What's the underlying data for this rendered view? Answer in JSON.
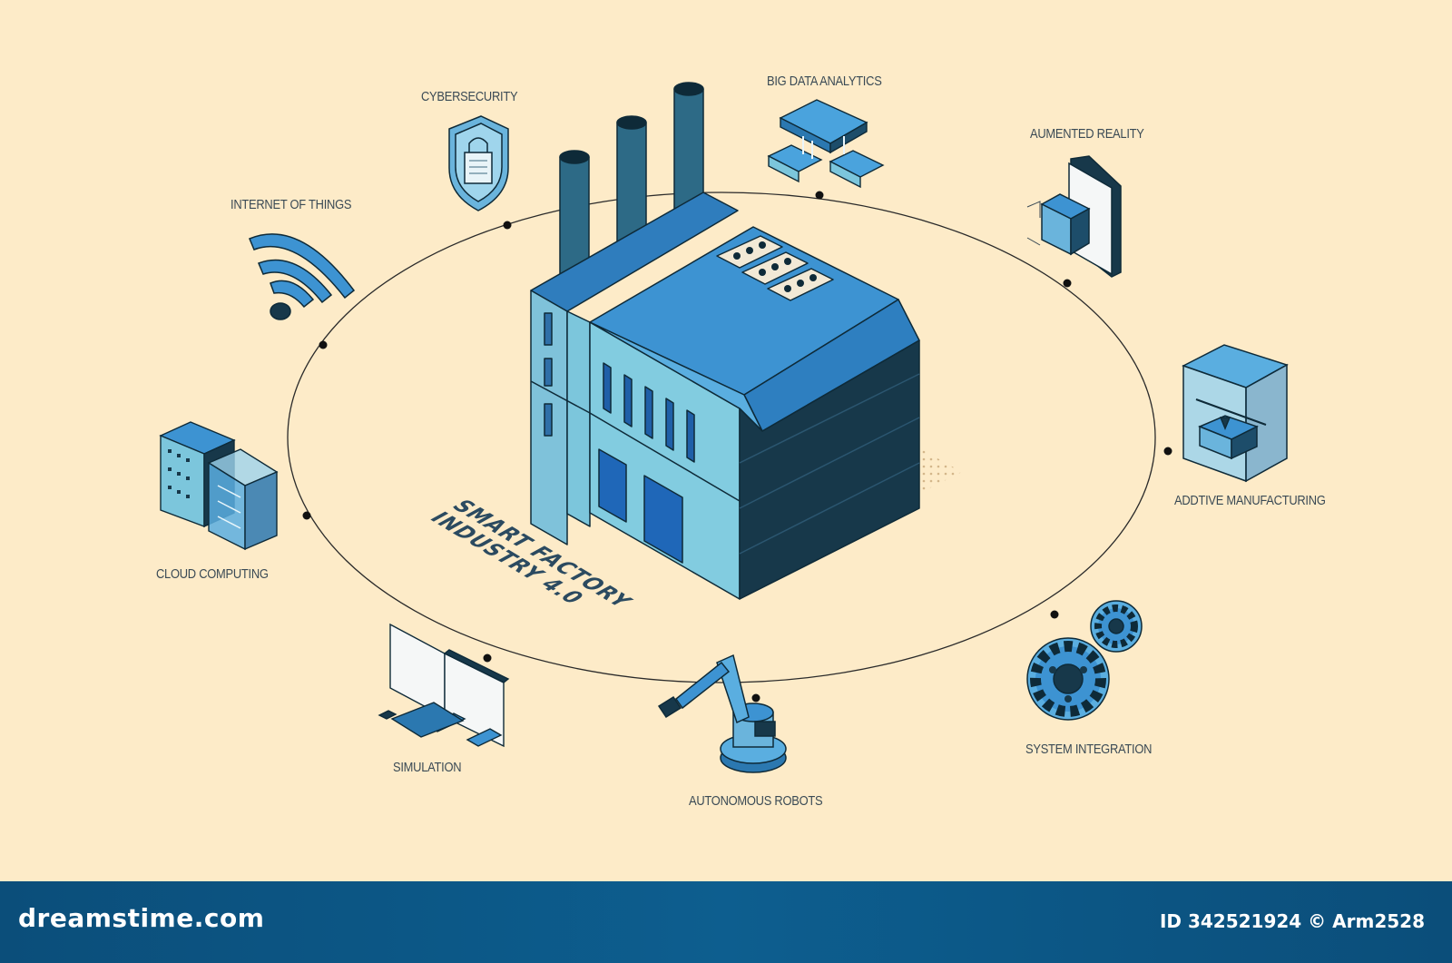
{
  "diagram": {
    "title_line1": "SMART FACTORY",
    "title_line2": "INDUSTRY 4.0",
    "nodes": {
      "cybersecurity": "CYBERSECURITY",
      "big_data": "BIG DATA ANALYTICS",
      "augmented_reality": "AUMENTED REALITY",
      "iot": "INTERNET OF THINGS",
      "additive": "ADDTIVE MANUFACTURING",
      "cloud": "CLOUD COMPUTING",
      "system_integration": "SYSTEM INTEGRATION",
      "simulation": "SIMULATION",
      "robots": "AUTONOMOUS ROBOTS"
    }
  },
  "footer": {
    "brand": "dreamstime.com",
    "id_label": "ID",
    "id_number": "342521924",
    "author": "Arm2528"
  },
  "colors": {
    "background": "#fdebc8",
    "accent": "#3e8fc9",
    "dark": "#16384a",
    "footer": "#0d5e8f"
  },
  "icons": [
    "factory-icon",
    "shield-lock-icon",
    "chip-icon",
    "ar-phone-icon",
    "wifi-icon",
    "printer-3d-icon",
    "server-icon",
    "gears-icon",
    "monitor-icon",
    "robot-arm-icon"
  ]
}
